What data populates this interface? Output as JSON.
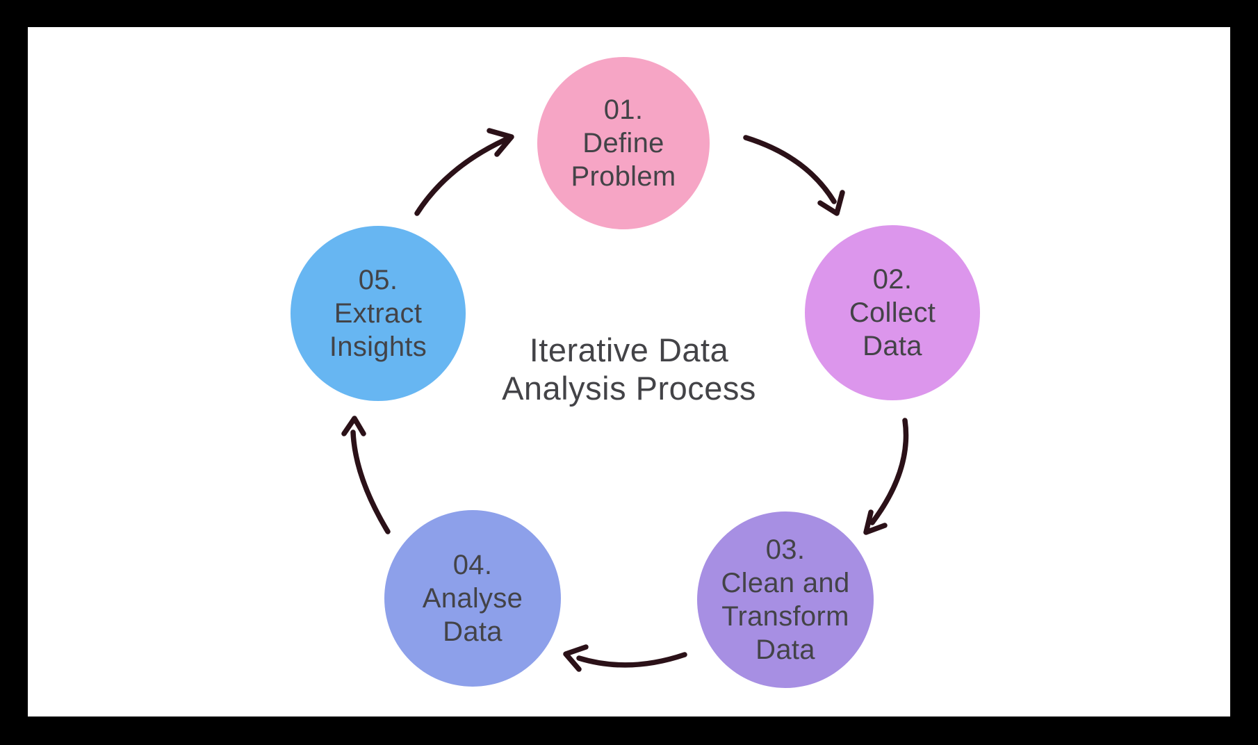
{
  "title": {
    "text": "Iterative Data\nAnalysis Process"
  },
  "steps": [
    {
      "number": "01.",
      "name": "Define\nProblem",
      "color": "#F6A5C5"
    },
    {
      "number": "02.",
      "name": "Collect\nData",
      "color": "#DC96EC"
    },
    {
      "number": "03.",
      "name": "Clean and\nTransform\nData",
      "color": "#A78FE3"
    },
    {
      "number": "04.",
      "name": "Analyse\nData",
      "color": "#8DA0EA"
    },
    {
      "number": "05.",
      "name": "Extract\nInsights",
      "color": "#67B6F2"
    }
  ],
  "colors": {
    "frame": "#000000",
    "background": "#FFFFFF",
    "text": "#434347",
    "arrow": "#2B1118"
  }
}
